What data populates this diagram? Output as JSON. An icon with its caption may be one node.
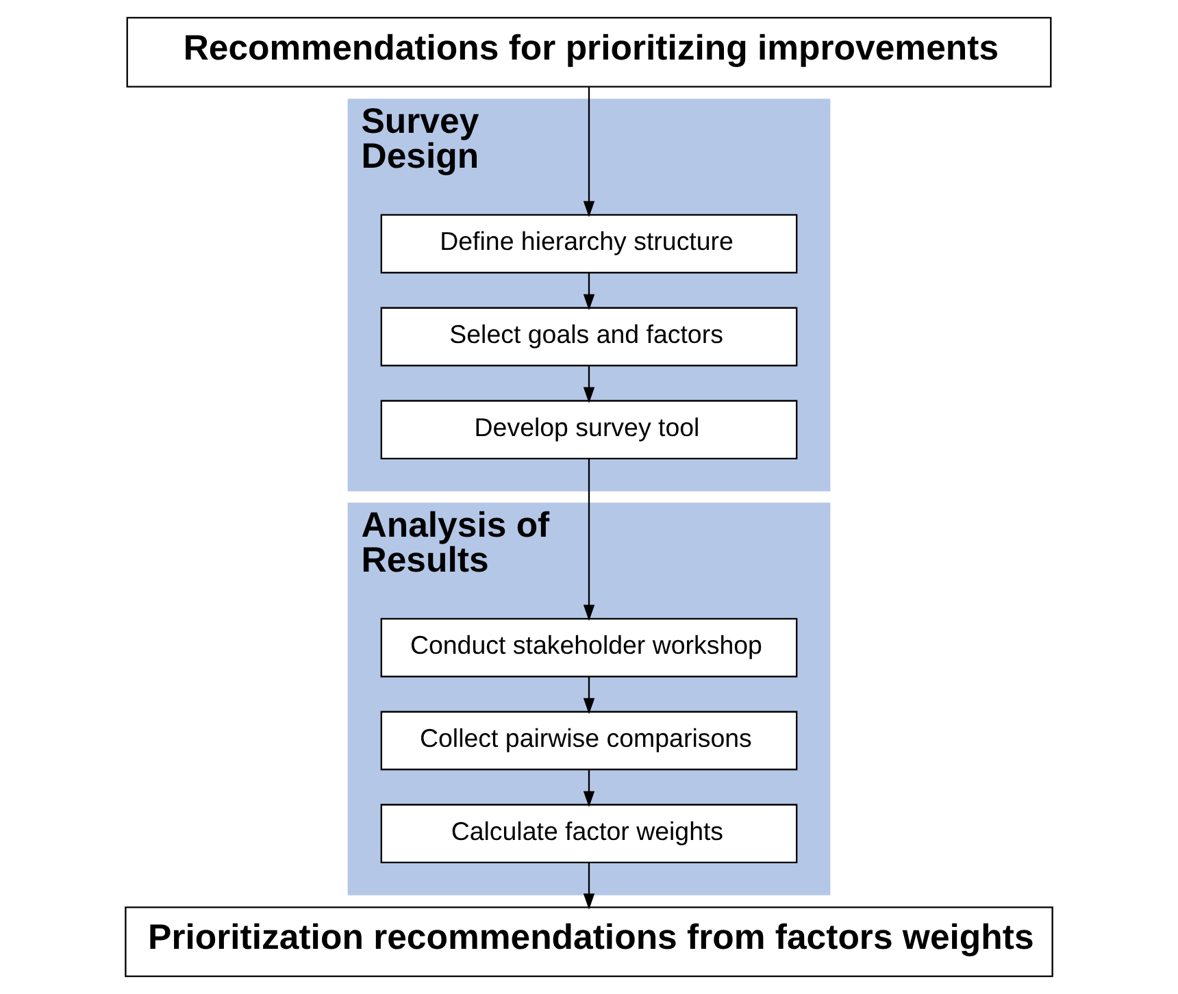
{
  "diagram": {
    "nodes": [
      {
        "text": [
          "Recommendations for prioritizing improvements"
        ]
      },
      {
        "text": [
          "Survey Design"
        ]
      },
      {
        "text": [
          "Define hierarchy structure"
        ],
        "in": 1
      },
      {
        "text": [
          "Select goals and factors"
        ],
        "in": 1
      },
      {
        "text": [
          "Develop survey tool"
        ],
        "in": 1
      },
      {
        "text": [
          "Analysis of Results"
        ]
      },
      {
        "text": [
          "Conduct stakeholder workshop"
        ],
        "in": 5
      },
      {
        "text": [
          "Collect pairwise comparisons"
        ],
        "in": 5
      },
      {
        "text": [
          "Calculate factor weights"
        ],
        "in": 5
      },
      {
        "text": [
          "Prioritization recommendations from factors weights"
        ]
      }
    ],
    "edges": [
      {
        "from": 0,
        "to": 2,
        "arrow": "to"
      },
      {
        "from": 2,
        "to": 3,
        "arrow": "to"
      },
      {
        "from": 3,
        "to": 4,
        "arrow": "to"
      },
      {
        "from": 4,
        "to": 6,
        "arrow": "to"
      },
      {
        "from": 6,
        "to": 7,
        "arrow": "to"
      },
      {
        "from": 7,
        "to": 8,
        "arrow": "to"
      },
      {
        "from": 8,
        "to": 9,
        "arrow": "to"
      }
    ]
  }
}
